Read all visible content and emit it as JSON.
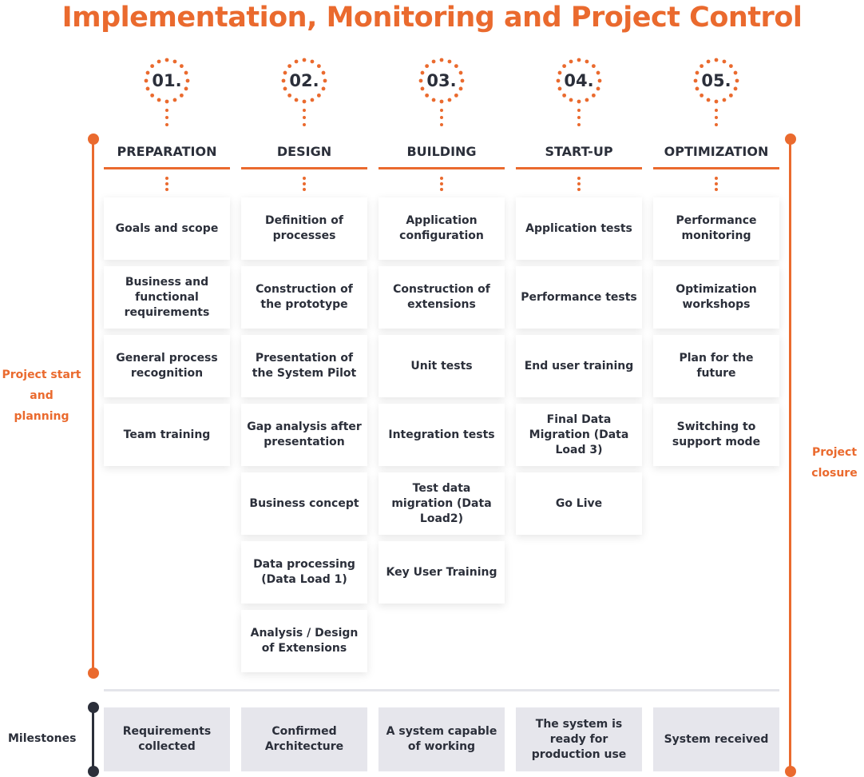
{
  "title": "Implementation, Monitoring and Project Control",
  "accent_color": "#ea6a2e",
  "phases": [
    {
      "number": "01.",
      "name": "PREPARATION",
      "tasks": [
        "Goals and scope",
        "Business and functional requirements",
        "General process recognition",
        "Team training"
      ]
    },
    {
      "number": "02.",
      "name": "DESIGN",
      "tasks": [
        "Definition of processes",
        "Construction of the prototype",
        "Presentation of the System Pilot",
        "Gap analysis after presentation",
        "Business concept",
        "Data processing (Data Load 1)",
        "Analysis / Design of Extensions"
      ]
    },
    {
      "number": "03.",
      "name": "BUILDING",
      "tasks": [
        "Application configuration",
        "Construction of extensions",
        "Unit tests",
        "Integration tests",
        "Test data migration (Data Load2)",
        "Key User Training"
      ]
    },
    {
      "number": "04.",
      "name": "START-UP",
      "tasks": [
        "Application tests",
        "Performance tests",
        "End user training",
        "Final Data Migration (Data Load 3)",
        "Go Live"
      ]
    },
    {
      "number": "05.",
      "name": "OPTIMIZATION",
      "tasks": [
        "Performance monitoring",
        "Optimization workshops",
        "Plan for the future",
        "Switching to support mode"
      ]
    }
  ],
  "left_label": {
    "line1": "Project start",
    "line2": "and planning"
  },
  "right_label": {
    "line1": "Project",
    "line2": "closure"
  },
  "milestones_label": "Milestones",
  "milestones": [
    "Requirements collected",
    "Confirmed Architecture",
    "A system capable of working",
    "The system is ready for production use",
    "System received"
  ]
}
